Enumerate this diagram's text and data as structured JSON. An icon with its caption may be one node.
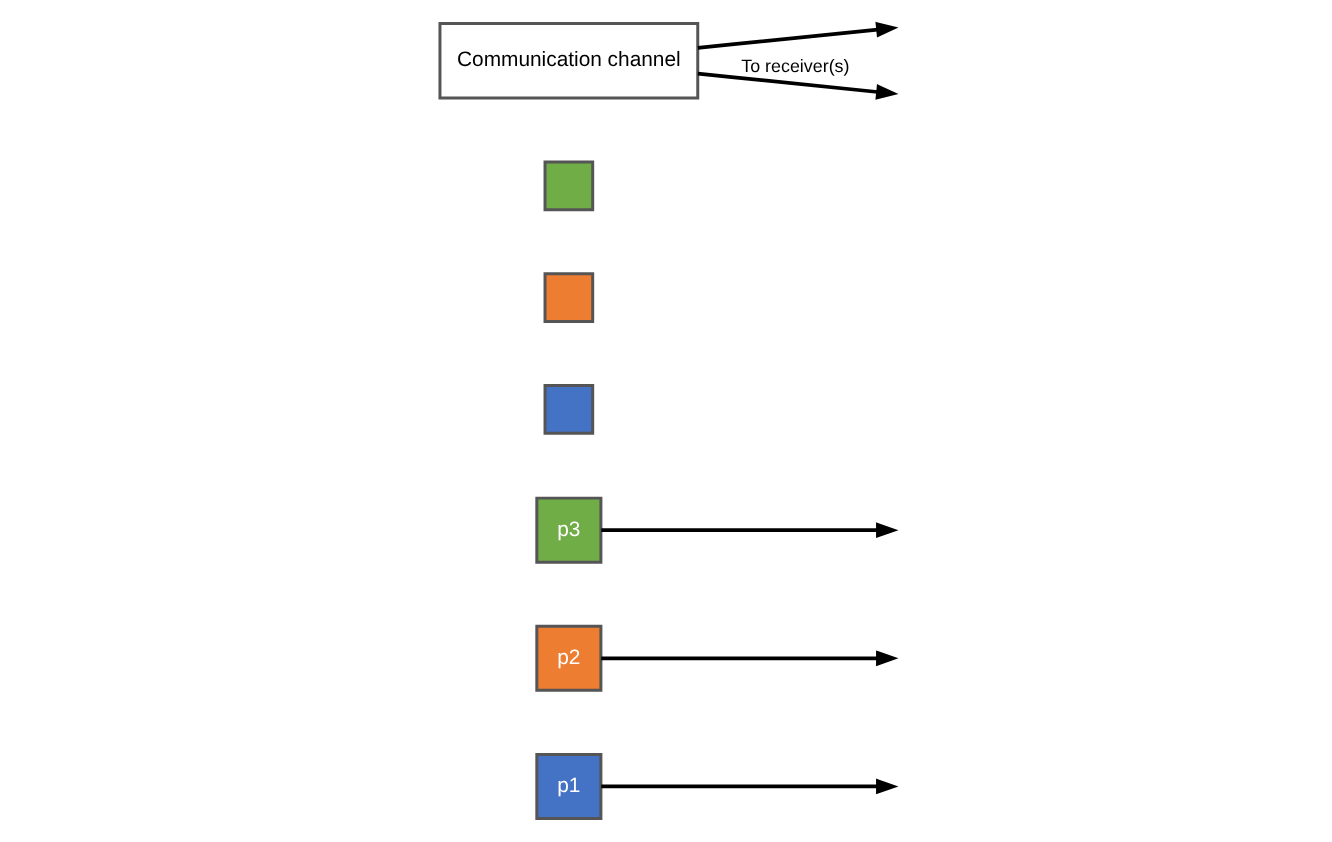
{
  "diagram": {
    "nodes": [
      {
        "text": [
          "p1"
        ]
      },
      {
        "text": [
          "p2"
        ]
      },
      {
        "text": [
          "p3"
        ]
      },
      {
        "text": [],
        "shape": "box"
      },
      {
        "text": [],
        "shape": "box"
      },
      {
        "text": [],
        "shape": "box"
      },
      {
        "text": [
          "Communication channel"
        ]
      }
    ],
    "edges": [
      {
        "from": 0,
        "to": null,
        "arrow": "to"
      },
      {
        "from": 1,
        "to": null,
        "arrow": "to"
      },
      {
        "from": 2,
        "to": null,
        "arrow": "to"
      },
      {
        "from": 6,
        "to": null,
        "arrow": "to"
      },
      {
        "from": 6,
        "to": null,
        "arrow": "to",
        "label": "To receiver(s)"
      }
    ]
  }
}
